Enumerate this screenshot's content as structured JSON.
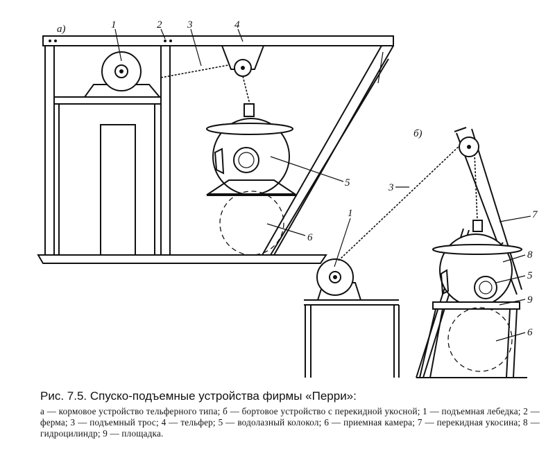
{
  "figure": {
    "panel_a_label": "а)",
    "panel_b_label": "б)",
    "callouts_a": [
      "1",
      "2",
      "3",
      "4",
      "5",
      "6"
    ],
    "callouts_b": [
      "1",
      "3",
      "7",
      "8",
      "5",
      "9",
      "6"
    ]
  },
  "caption": {
    "title": "Рис. 7.5. Спуско-подъемные устройства фирмы «Перри»:",
    "legend": "а — кормовое устройство тельферного типа; б — бортовое устройство с перекидной укосной; 1 — подъемная лебедка; 2 — ферма; 3 — подъемный трос; 4 — тельфер; 5 — водолазный колокол; 6 — приемная камера; 7 — перекидная укосина; 8 — гидроцилиндр; 9 — площадка."
  }
}
